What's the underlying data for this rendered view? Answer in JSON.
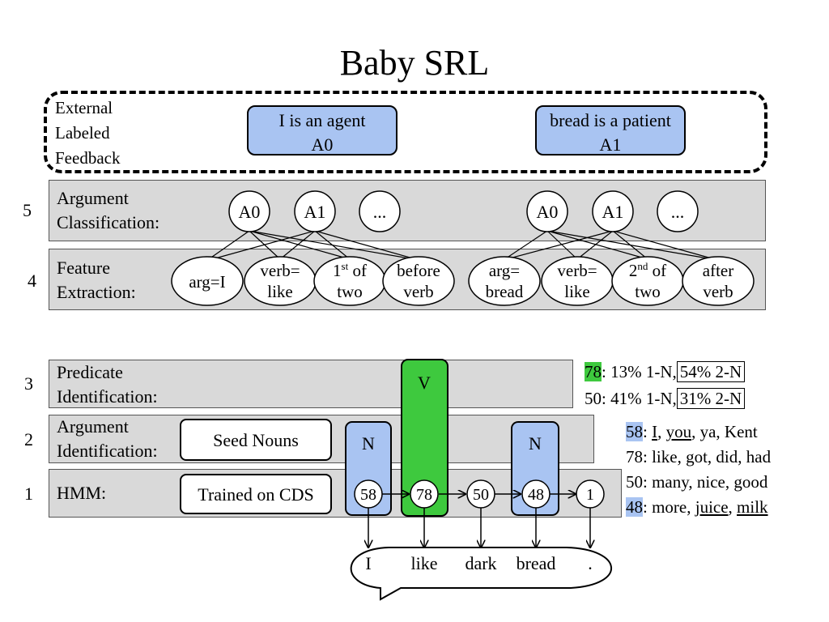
{
  "title": "Baby SRL",
  "feedback": {
    "label": "External\nLabeled\nFeedback",
    "agent_line1": "I is an agent",
    "agent_line2": "A0",
    "patient_line1": "bread is a patient",
    "patient_line2": "A1"
  },
  "layers": {
    "l5": {
      "num": "5",
      "label": "Argument\nClassification:"
    },
    "l4": {
      "num": "4",
      "label": "Feature\nExtraction:"
    },
    "l3": {
      "num": "3",
      "label": "Predicate\nIdentification:"
    },
    "l2": {
      "num": "2",
      "label": "Argument\nIdentification:"
    },
    "l1": {
      "num": "1",
      "label": "HMM:"
    }
  },
  "arg_classes_left": [
    "A0",
    "A1",
    "..."
  ],
  "arg_classes_right": [
    "A0",
    "A1",
    "..."
  ],
  "features_left": [
    {
      "line1": "arg=I",
      "line2": ""
    },
    {
      "line1": "verb=",
      "line2": "like"
    },
    {
      "line1": "1",
      "sup": "st",
      "line1b": " of",
      "line2": "two"
    },
    {
      "line1": "before",
      "line2": "verb"
    }
  ],
  "features_right": [
    {
      "line1": "arg=",
      "line2": "bread"
    },
    {
      "line1": "verb=",
      "line2": "like"
    },
    {
      "line1": "2",
      "sup": "nd",
      "line1b": " of",
      "line2": "two"
    },
    {
      "line1": "after",
      "line2": "verb"
    }
  ],
  "seed_nouns": "Seed Nouns",
  "trained_on_cds": "Trained on CDS",
  "tags": {
    "n": "N",
    "v": "V"
  },
  "hmm_states": [
    "58",
    "78",
    "50",
    "48",
    "1"
  ],
  "words": [
    "I",
    "like",
    "dark",
    "bread",
    "."
  ],
  "predicate_stats": {
    "row1": {
      "state": "78",
      "pct1": ": 13% 1-N,",
      "pct2": "54% 2-N"
    },
    "row2": {
      "state": "50",
      "pct1": ": 41% 1-N,",
      "pct2": "31% 2-N"
    }
  },
  "state_words": {
    "s58": {
      "state": "58",
      "w1": "I",
      "w2": "you",
      "rest": ", ya, Kent"
    },
    "s78": {
      "state": "78",
      "rest": ": like, got, did, had"
    },
    "s50": {
      "state": "50",
      "rest": ": many, nice, good"
    },
    "s48": {
      "state": "48",
      "pre": ": more, ",
      "w1": "juice",
      "w2": "milk"
    }
  },
  "colors": {
    "band": "#d9d9d9",
    "blue_highlight": "#a9c4f2",
    "green_highlight": "#3ec93e"
  }
}
